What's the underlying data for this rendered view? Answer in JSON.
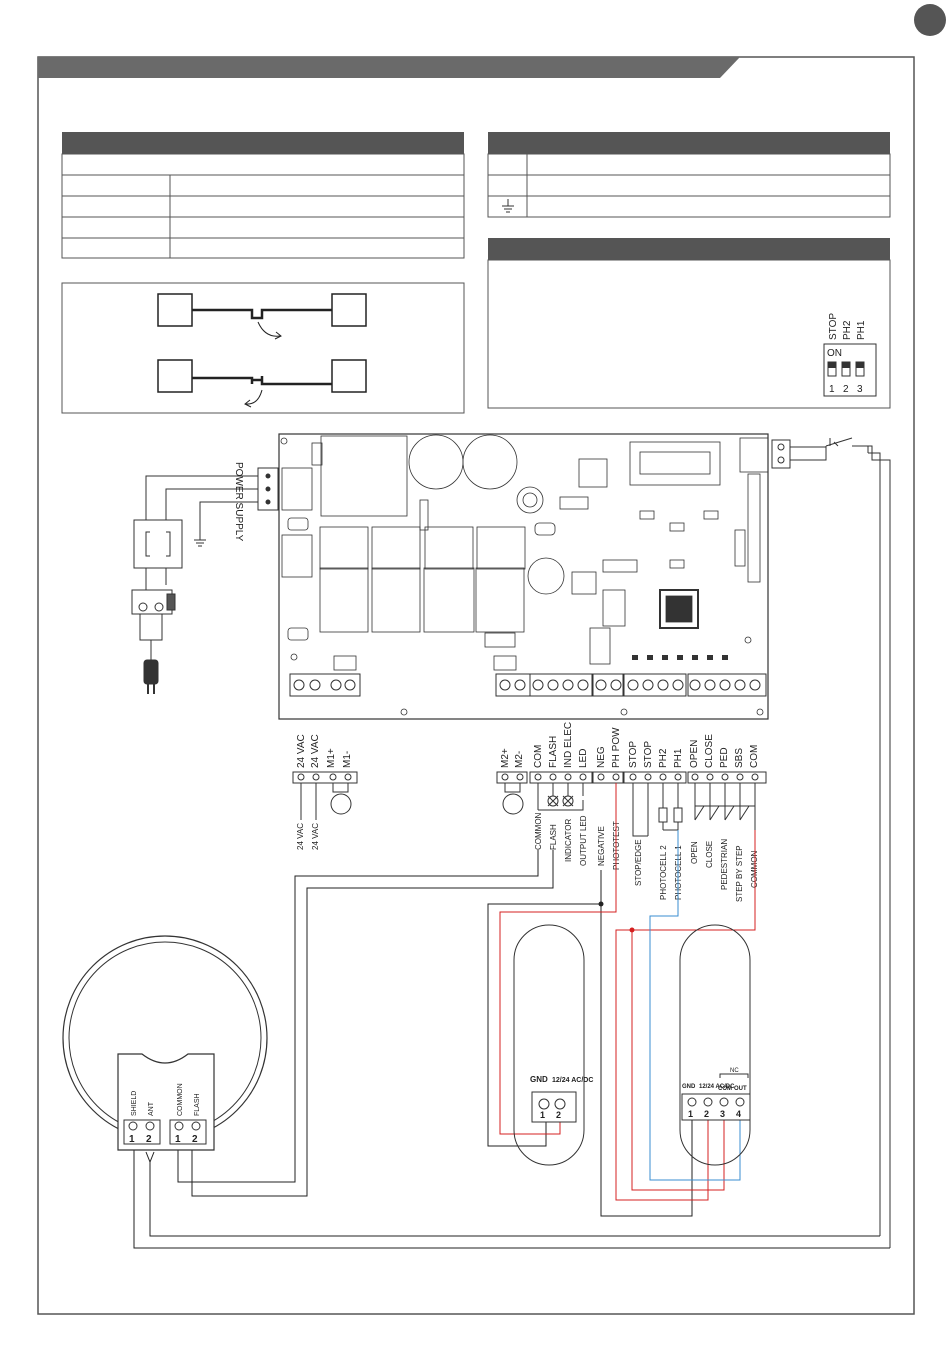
{
  "power_supply_label": "POWER SUPPLY",
  "dip_switch": {
    "labels": [
      "STOP",
      "PH2",
      "PH1"
    ],
    "on_label": "ON",
    "numbers": [
      "1",
      "2",
      "3"
    ]
  },
  "terminals_top": {
    "power": [
      "24 VAC",
      "24 VAC",
      "M1+",
      "M1-"
    ],
    "motor2": [
      "M2+",
      "M2-"
    ],
    "outputs": [
      "COM",
      "FLASH",
      "IND ELEC",
      "LED"
    ],
    "photo": [
      "NEG",
      "PH POW"
    ],
    "safety": [
      "STOP",
      "STOP",
      "PH2",
      "PH1"
    ],
    "commands": [
      "OPEN",
      "CLOSE",
      "PED",
      "SBS",
      "COM"
    ]
  },
  "terminals_bottom": {
    "power": [
      "24 VAC",
      "24 VAC"
    ],
    "outputs": [
      "COMMON",
      "FLASH",
      "INDICATOR",
      "OUTPUT LED"
    ],
    "photo": [
      "NEGATIVE",
      "PHOTOTEST"
    ],
    "safety": [
      "STOP/EDGE",
      "PHOTOCELL 2",
      "PHOTOCELL 1"
    ],
    "commands": [
      "OPEN",
      "CLOSE",
      "PEDESTRIAN",
      "STEP BY STEP",
      "COMMON"
    ]
  },
  "antenna_lamp": {
    "labels": [
      "SHIELD",
      "ANT",
      "COMMON",
      "FLASH"
    ],
    "numbers": [
      "1",
      "2",
      "1",
      "2"
    ]
  },
  "transmitter": {
    "labels": [
      "GND",
      "12/24 AC/DC"
    ],
    "numbers": [
      "1",
      "2"
    ]
  },
  "receiver": {
    "labels": [
      "GND",
      "12/24 AC/DC",
      "COM",
      "OUT"
    ],
    "nc_label": "NC",
    "numbers": [
      "1",
      "2",
      "3",
      "4"
    ]
  },
  "colors": {
    "header": "#5a5a5a",
    "red_wire": "#d42020",
    "blue_wire": "#3a8ed0",
    "frame": "#555555"
  }
}
